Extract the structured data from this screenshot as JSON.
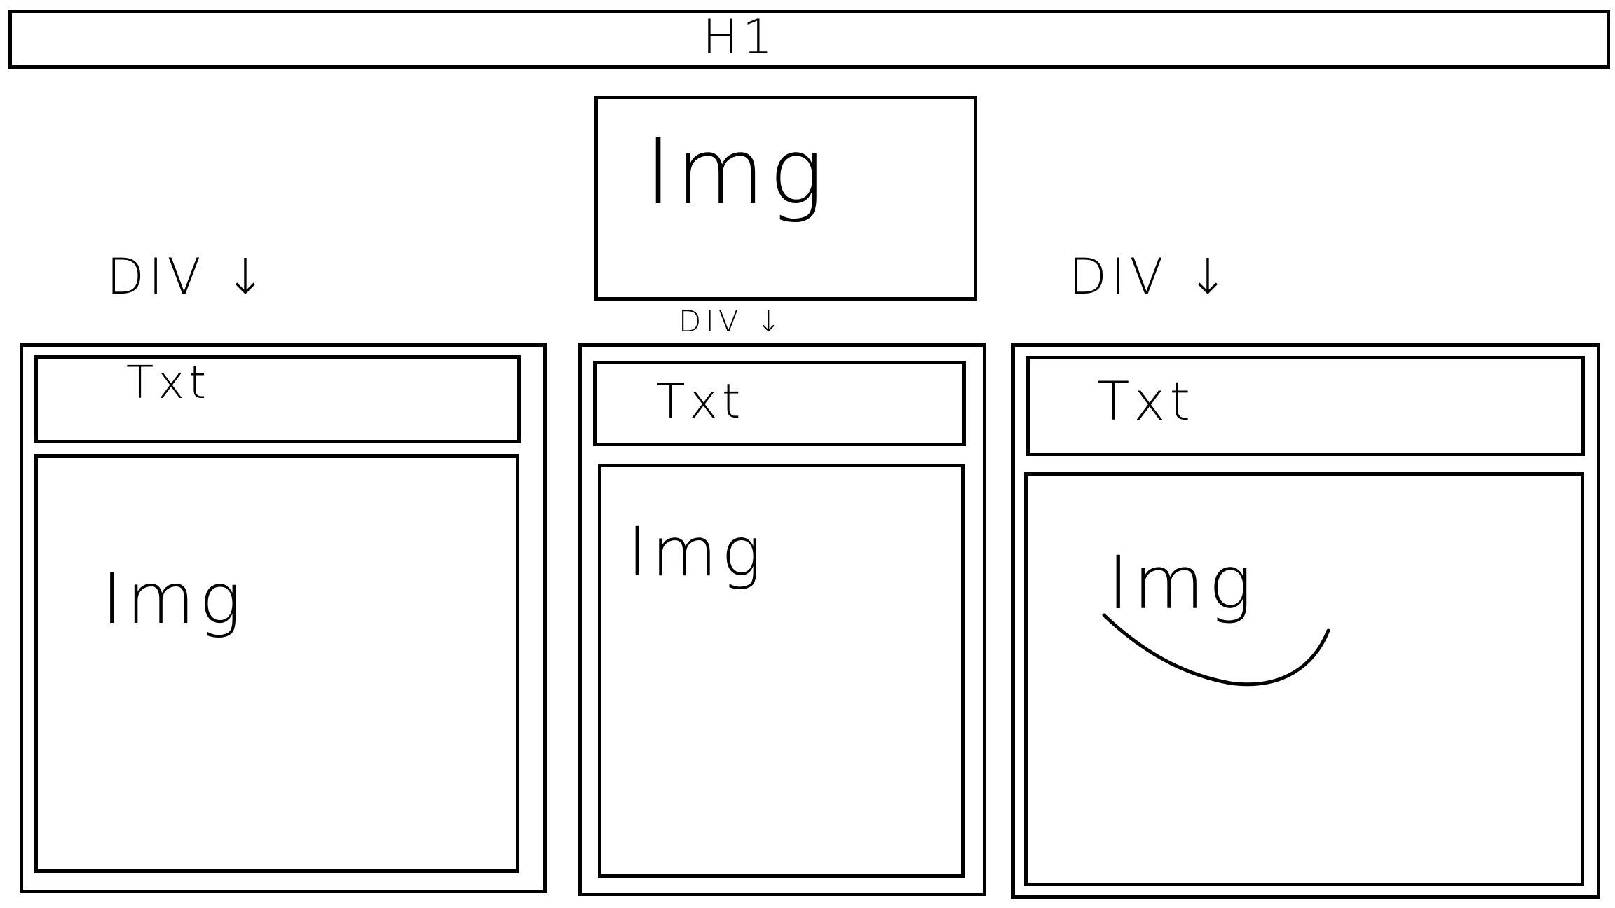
{
  "header": {
    "label": "H1"
  },
  "hero": {
    "label": "Img"
  },
  "columns": [
    {
      "div_label": "DIV ↓",
      "text_label": "Txt",
      "image_label": "Img"
    },
    {
      "div_label": "DIV ↓",
      "text_label": "Txt",
      "image_label": "Img"
    },
    {
      "div_label": "DIV ↓",
      "text_label": "Txt",
      "image_label": "Img"
    }
  ],
  "colors": {
    "stroke": "#000000",
    "background": "#ffffff"
  }
}
